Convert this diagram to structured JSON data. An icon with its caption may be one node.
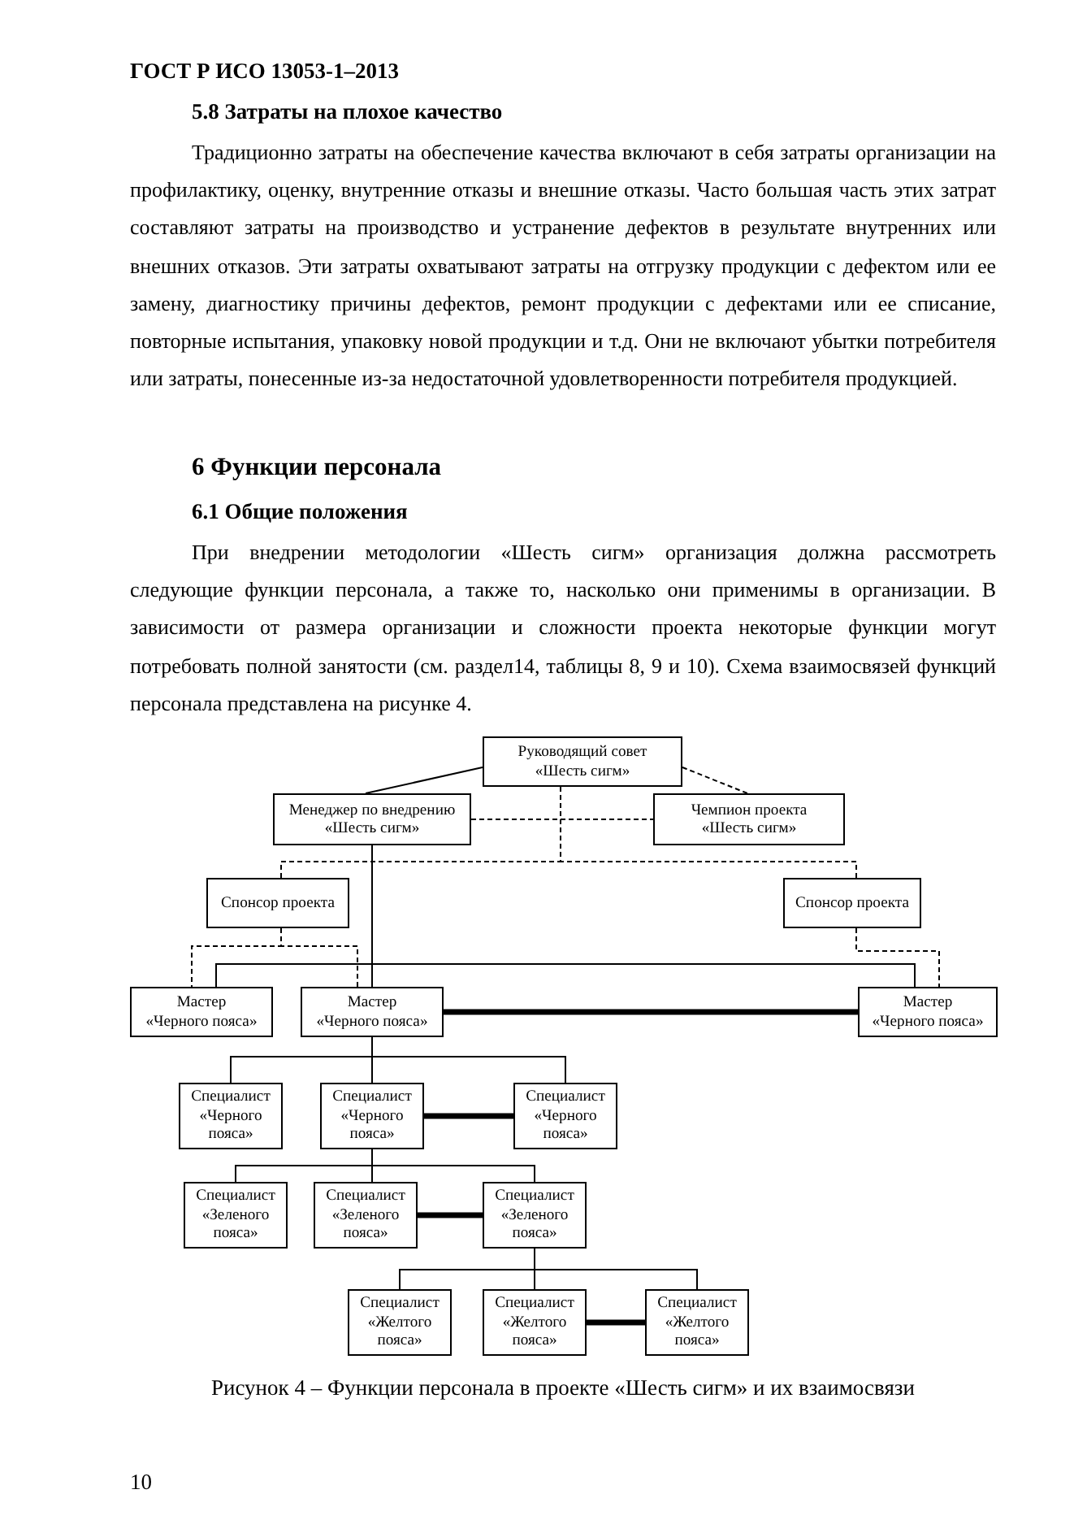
{
  "diagram": {
    "caption": "Рисунок 4 – Функции персонала в проекте «Шесть сигм» и их взаимосвязи",
    "nodes": [
      {
        "text": [
          "Руководящий совет «Шесть сигм»"
        ]
      },
      {
        "text": [
          "Менеджер по внедрению «Шесть сигм»"
        ]
      },
      {
        "text": [
          "Чемпион проекта «Шесть сигм»"
        ]
      },
      {
        "text": [
          "Спонсор проекта"
        ]
      },
      {
        "text": [
          "Спонсор проекта"
        ]
      },
      {
        "text": [
          "Мастер «Черного пояса»"
        ]
      },
      {
        "text": [
          "Мастер «Черного пояса»"
        ]
      },
      {
        "text": [
          "Мастер «Черного пояса»"
        ]
      },
      {
        "text": [
          "Специалист «Черного пояса»"
        ]
      },
      {
        "text": [
          "Специалист «Черного пояса»"
        ]
      },
      {
        "text": [
          "Специалист «Черного пояса»"
        ]
      },
      {
        "text": [
          "Специалист «Зеленого пояса»"
        ]
      },
      {
        "text": [
          "Специалист «Зеленого пояса»"
        ]
      },
      {
        "text": [
          "Специалист «Зеленого пояса»"
        ]
      },
      {
        "text": [
          "Специалист «Желтого пояса»"
        ]
      },
      {
        "text": [
          "Специалист «Желтого пояса»"
        ]
      },
      {
        "text": [
          "Специалист «Желтого пояса»"
        ]
      }
    ],
    "edges": [
      {
        "from": 0,
        "to": 1,
        "arrow": "none"
      },
      {
        "from": 0,
        "to": 2,
        "arrow": "none",
        "style": "dashed"
      },
      {
        "from": 1,
        "to": 2,
        "arrow": "none",
        "style": "dashed"
      },
      {
        "from": 0,
        "to": 3,
        "arrow": "none",
        "style": "dashed"
      },
      {
        "from": 0,
        "to": 4,
        "arrow": "none",
        "style": "dashed"
      },
      {
        "from": 1,
        "to": 5,
        "arrow": "none"
      },
      {
        "from": 1,
        "to": 6,
        "arrow": "none"
      },
      {
        "from": 1,
        "to": 7,
        "arrow": "none"
      },
      {
        "from": 3,
        "to": 5,
        "arrow": "none",
        "style": "dashed"
      },
      {
        "from": 3,
        "to": 6,
        "arrow": "none",
        "style": "dashed"
      },
      {
        "from": 4,
        "to": 7,
        "arrow": "none",
        "style": "dashed"
      },
      {
        "from": 6,
        "to": 7,
        "arrow": "none",
        "style": "thick"
      },
      {
        "from": 6,
        "to": 8,
        "arrow": "none"
      },
      {
        "from": 6,
        "to": 9,
        "arrow": "none"
      },
      {
        "from": 6,
        "to": 10,
        "arrow": "none"
      },
      {
        "from": 9,
        "to": 10,
        "arrow": "none",
        "style": "thick"
      },
      {
        "from": 9,
        "to": 11,
        "arrow": "none"
      },
      {
        "from": 9,
        "to": 12,
        "arrow": "none"
      },
      {
        "from": 9,
        "to": 13,
        "arrow": "none"
      },
      {
        "from": 12,
        "to": 13,
        "arrow": "none",
        "style": "thick"
      },
      {
        "from": 13,
        "to": 14,
        "arrow": "none"
      },
      {
        "from": 13,
        "to": 15,
        "arrow": "none"
      },
      {
        "from": 13,
        "to": 16,
        "arrow": "none"
      },
      {
        "from": 15,
        "to": 16,
        "arrow": "none",
        "style": "thick"
      }
    ],
    "labels": [
      "ГОСТ Р ИСО 13053-1–2013",
      "5.8 Затраты на плохое качество",
      "Традиционно затраты на обеспечение качества включают в себя затраты организации на профилактику, оценку, внутренние отказы и внешние отказы. Часто большая часть этих затрат составляют затраты на производство и устранение дефектов в результате внутренних или внешних отказов. Эти затраты охватывают затраты на отгрузку продукции с дефектом или ее замену, диагностику причины дефектов, ремонт продукции с дефектами или ее списание, повторные испытания, упаковку новой продукции и т.д. Они не включают убытки потребителя или затраты, понесенные из-за недостаточной удовлетворенности потребителя продукцией.",
      "6 Функции персонала",
      "6.1 Общие положения",
      "При внедрении методологии «Шесть сигм» организация должна рассмотреть следующие функции персонала, а также то, насколько они применимы в организации. В зависимости от размера организации и сложности проекта некоторые функции могут потребовать полной занятости (см. раздел14, таблицы 8, 9 и 10). Схема взаимосвязей функций персонала представлена на рисунке 4.",
      "10"
    ]
  }
}
